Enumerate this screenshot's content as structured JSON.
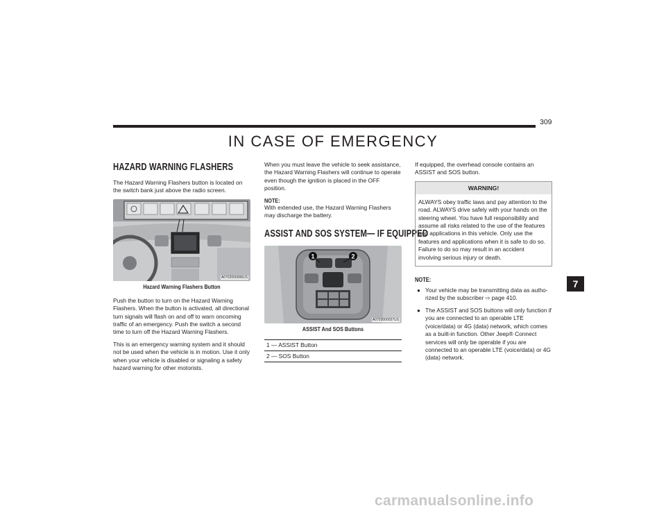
{
  "page": {
    "number": "309",
    "chapter_title": "IN CASE OF EMERGENCY",
    "chapter_tab": "7"
  },
  "hazard": {
    "heading": "HAZARD WARNING FLASHERS",
    "intro": "The Hazard Warning Flashers button is located on the switch bank just above the radio screen.",
    "figure_code": "A0702000006US",
    "caption": "Hazard Warning Flashers Button",
    "para1": "Push the button to turn on the Hazard Warning Flashers. When the button is activated, all directional turn signals will flash on and off to warn oncoming traffic of an emergency. Push the switch a second time to turn off the Hazard Warning Flashers.",
    "para2": "This is an emergency warning system and it should not be used when the vehicle is in motion. Use it only when your vehicle is disabled or signaling a safety hazard warning for other motorists.",
    "para3": "When you must leave the vehicle to seek assistance, the Hazard Warning Flashers will continue to operate even though the ignition is placed in the OFF position.",
    "note_label": "NOTE:",
    "note_text": "With extended use, the Hazard Warning Flashers may discharge the battery."
  },
  "assist": {
    "heading": "ASSIST AND SOS SYSTEM— IF EQUIPPED",
    "figure_code": "A0703000037US",
    "callouts": [
      "1",
      "2"
    ],
    "caption": "ASSIST And SOS Buttons",
    "legend": [
      "1 — ASSIST Button",
      "2 — SOS Button"
    ],
    "intro": "If equipped, the overhead console contains an ASSIST and SOS button.",
    "warning_title": "WARNING!",
    "warning_text": "ALWAYS obey traffic laws and pay attention to the road. ALWAYS drive safely with your hands on the steering wheel. You have full responsibility and assume all risks related to the use of the features and applications in this vehicle. Only use the features and applications when it is safe to do so. Failure to do so may result in an accident involving serious injury or death.",
    "note_heading": "NOTE:",
    "note1_text": "Your vehicle may be transmitting data as autho-rized by the subscriber",
    "note1_ref": "page 410.",
    "note2": "The ASSIST and SOS buttons will only function if you are connected to an operable LTE (voice/data) or 4G (data) network, which comes as a built-in function. Other Jeep® Connect services will only be operable if you are connected to an operable LTE (voice/data) or 4G (data) network."
  },
  "watermark": "carmanualsonline.info"
}
